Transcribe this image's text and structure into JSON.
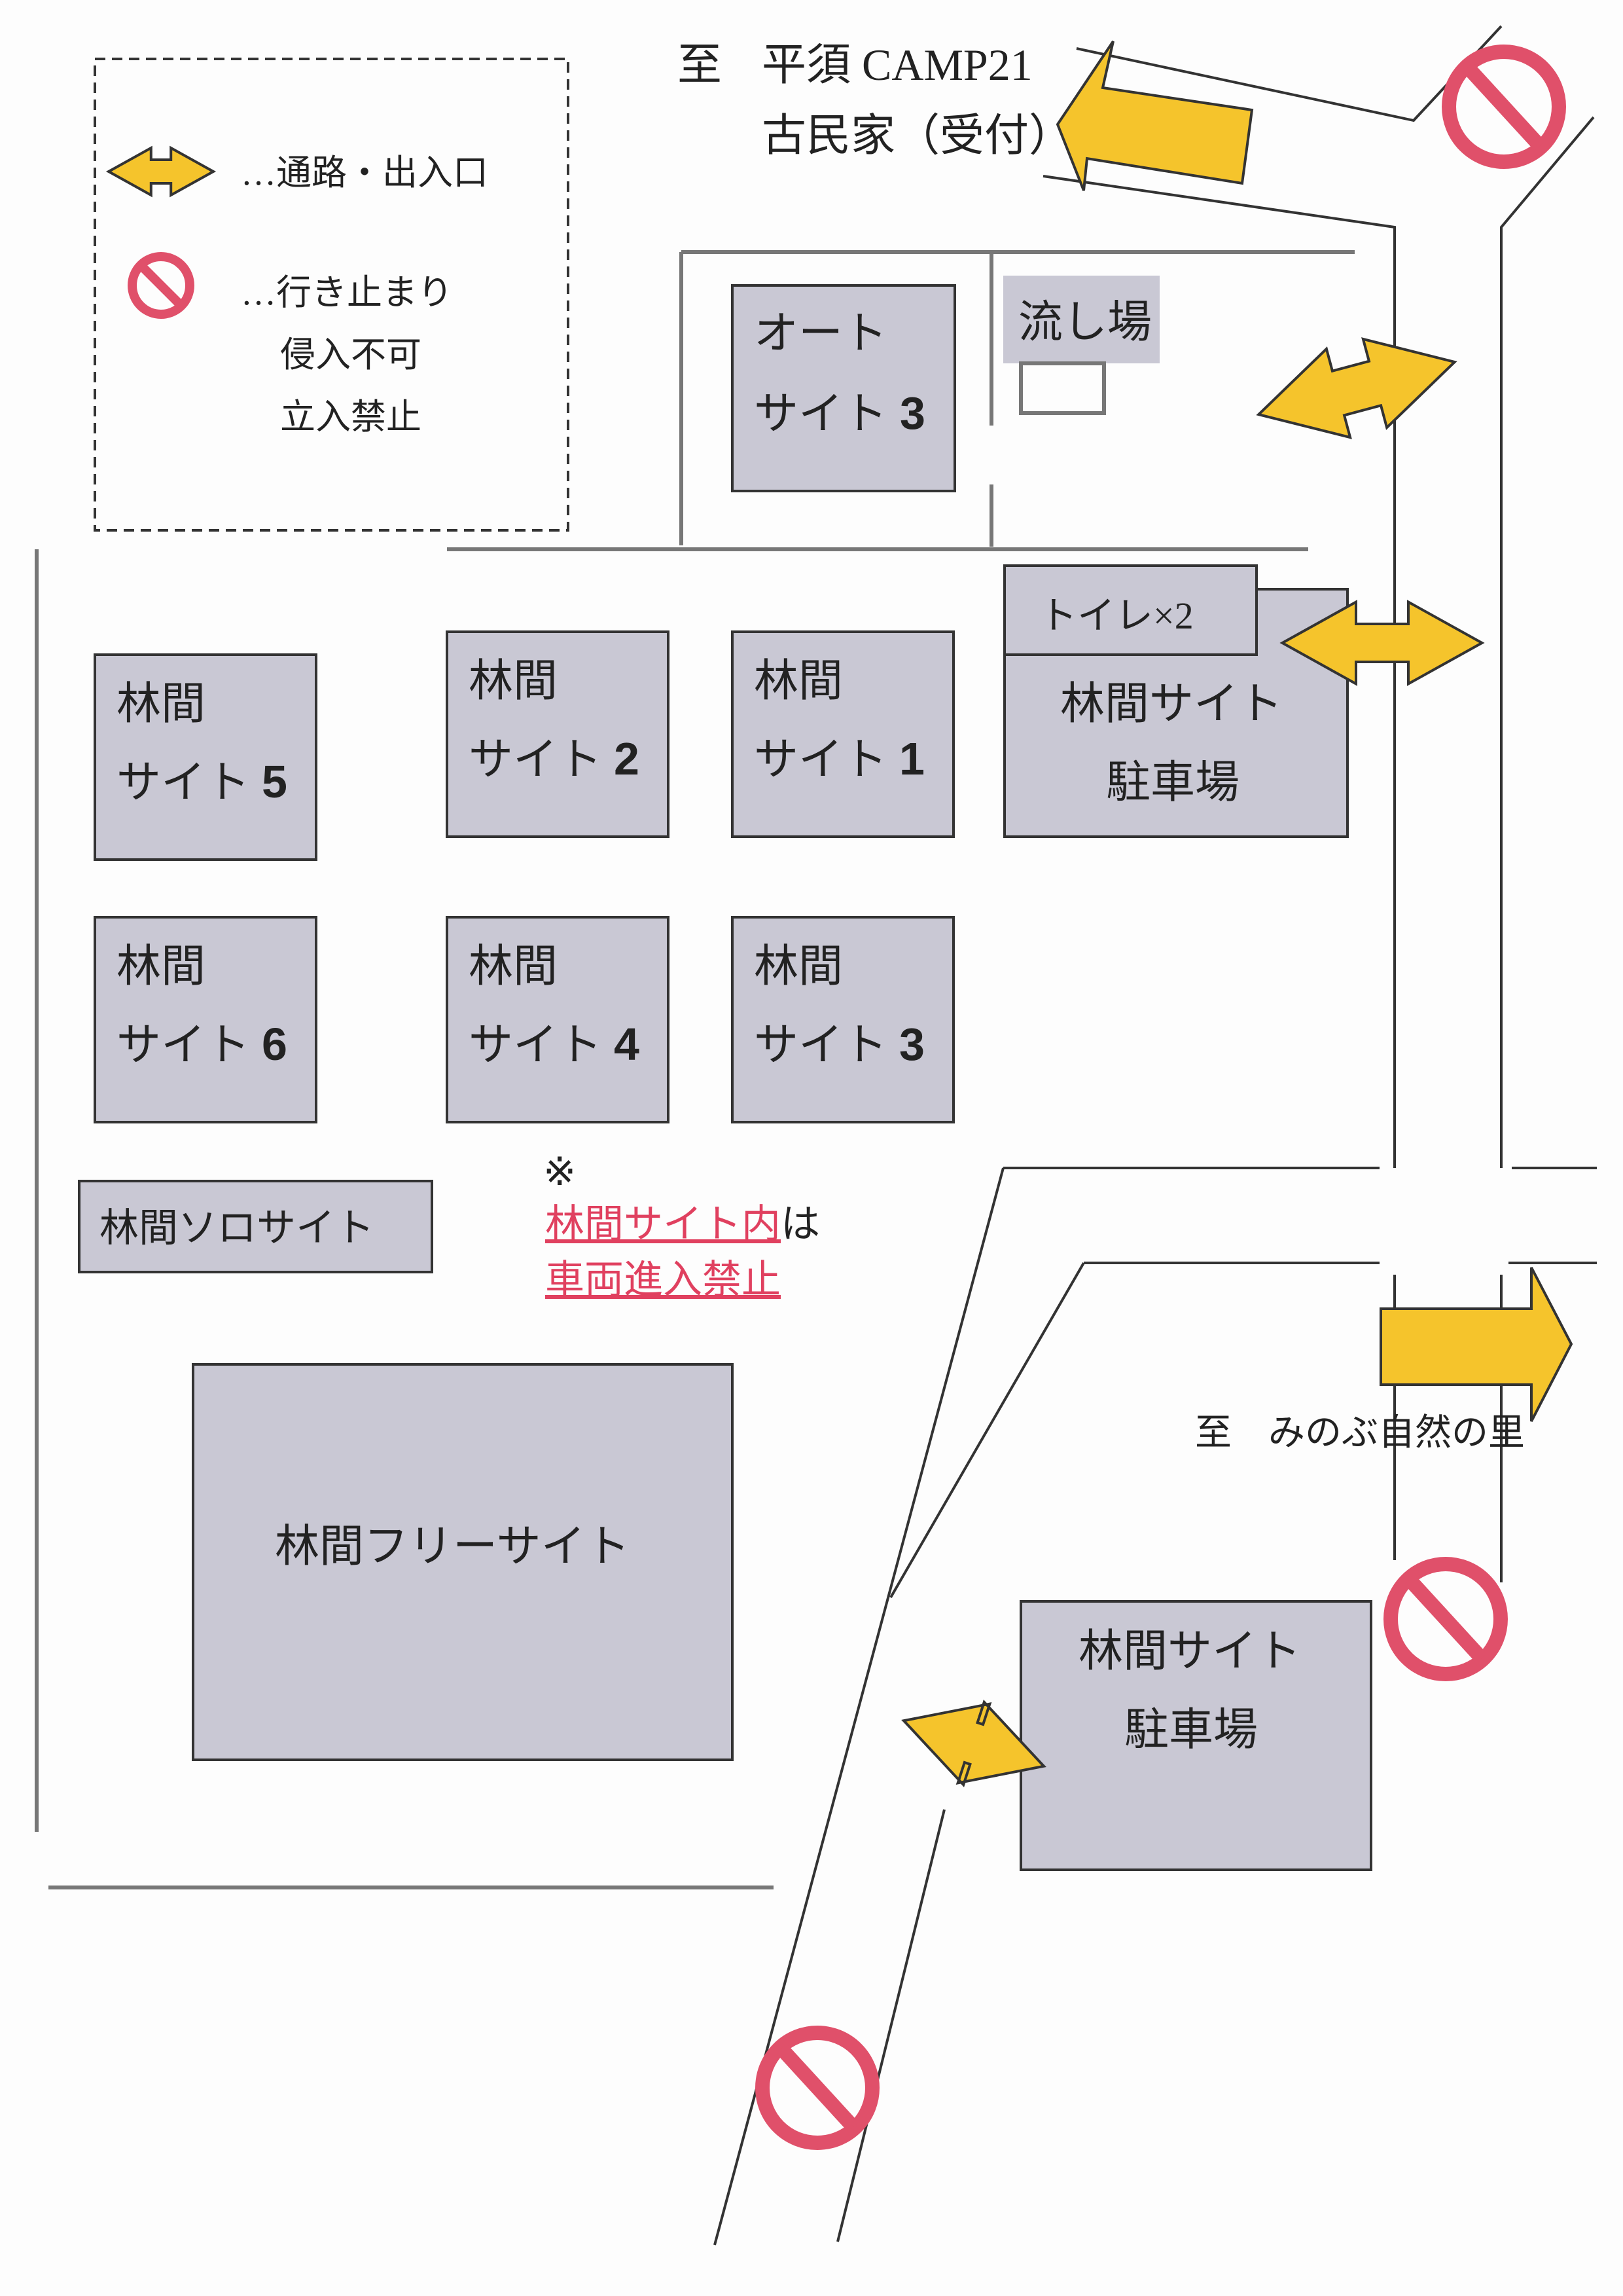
{
  "legend": {
    "path_label": "…通路・出入口",
    "deadend_label": "…行き止まり",
    "deadend_line2": "侵入不可",
    "deadend_line3": "立入禁止"
  },
  "top_destination": {
    "prefix": "至",
    "line1": "平須 CAMP21",
    "line2": "古民家（受付）"
  },
  "right_destination": {
    "label": "至　みのぶ自然の里"
  },
  "sites": {
    "auto3": {
      "line1": "オート",
      "line2": "サイト",
      "num": "3"
    },
    "sink": "流し場",
    "s1": {
      "line1": "林間",
      "line2": "サイト",
      "num": "1"
    },
    "s2": {
      "line1": "林間",
      "line2": "サイト",
      "num": "2"
    },
    "s3": {
      "line1": "林間",
      "line2": "サイト",
      "num": "3"
    },
    "s4": {
      "line1": "林間",
      "line2": "サイト",
      "num": "4"
    },
    "s5": {
      "line1": "林間",
      "line2": "サイト",
      "num": "5"
    },
    "s6": {
      "line1": "林間",
      "line2": "サイト",
      "num": "6"
    },
    "solo": "林間ソロサイト",
    "free": "林間フリーサイト",
    "toilet": "トイレ×2",
    "parking_top": {
      "line1": "林間サイト",
      "line2": "駐車場"
    },
    "parking_bottom": {
      "line1": "林間サイト",
      "line2": "駐車場"
    }
  },
  "notice": {
    "mark": "※",
    "line1": "林間サイト内",
    "line1_suffix": "は",
    "line2": "車両進入禁止"
  },
  "colors": {
    "site": "#c9c8d4",
    "arrow": "#f5c42c",
    "no_entry": "#e0506a",
    "warning": "#e0405f"
  }
}
